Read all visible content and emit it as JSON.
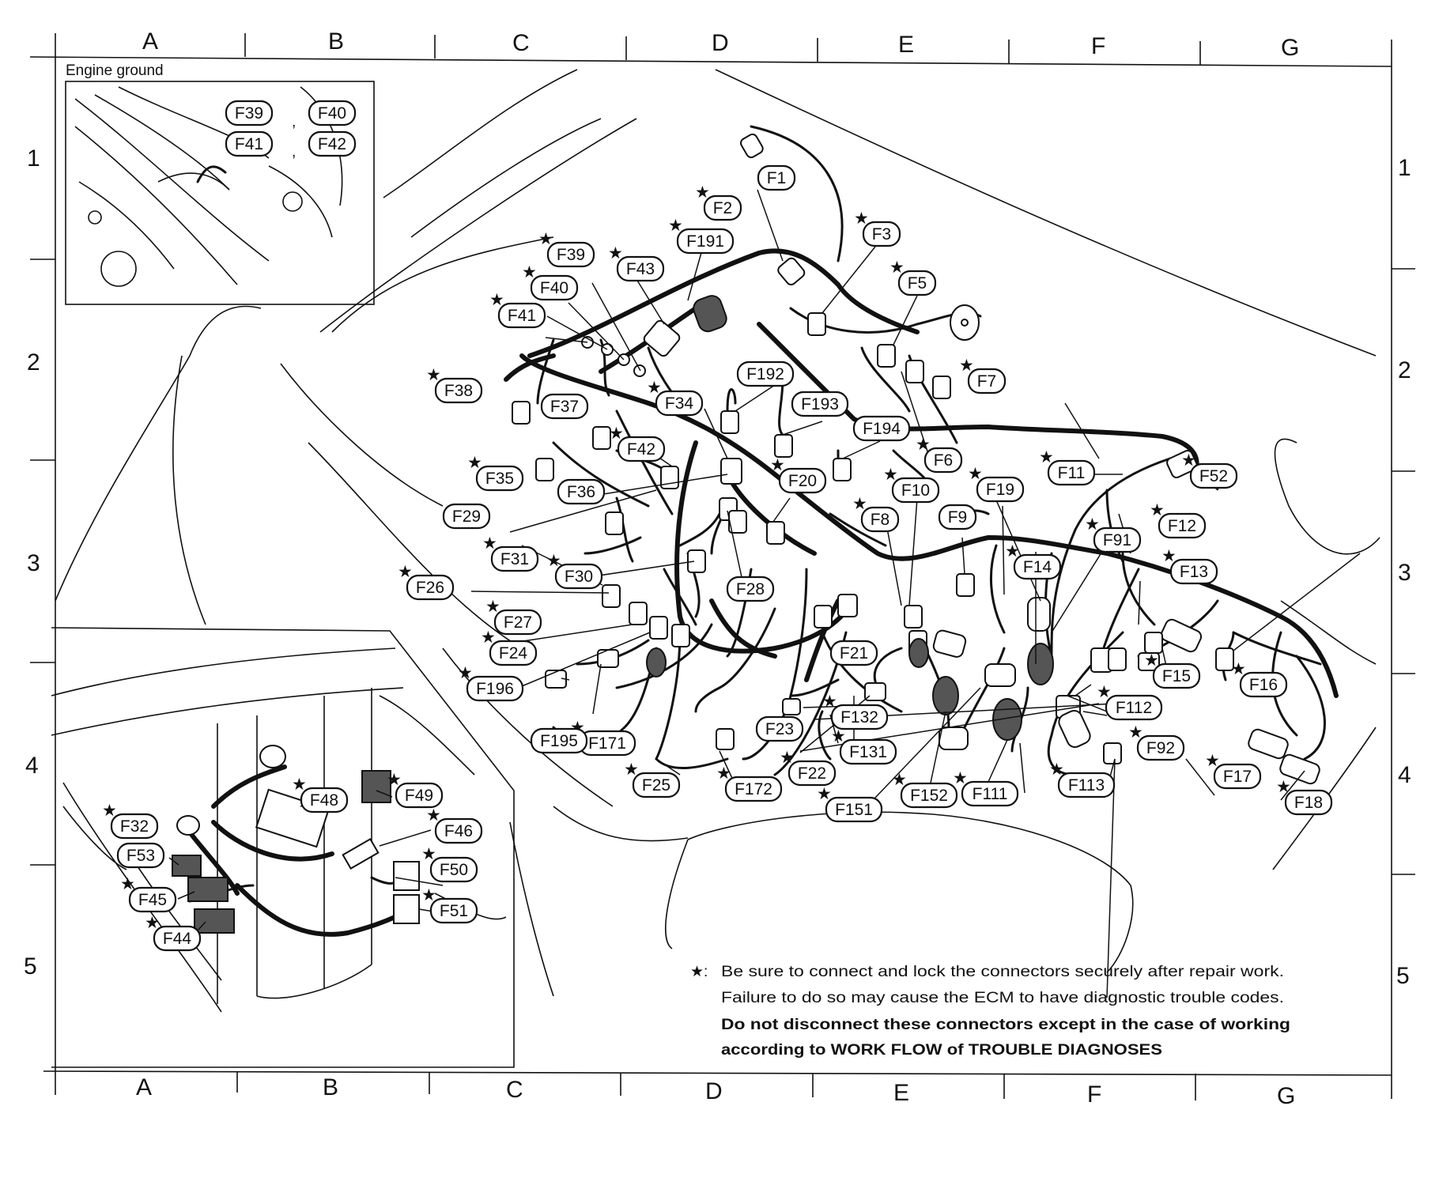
{
  "grid": {
    "columns": [
      "A",
      "B",
      "C",
      "D",
      "E",
      "F",
      "G"
    ],
    "rows": [
      "1",
      "2",
      "3",
      "4",
      "5"
    ]
  },
  "inset_engine_ground": {
    "title": "Engine ground",
    "labels": [
      "F39",
      "F40",
      "F41",
      "F42"
    ],
    "separators": [
      ",",
      ","
    ]
  },
  "connectors": [
    {
      "id": "F1",
      "starred": false
    },
    {
      "id": "F2",
      "starred": true
    },
    {
      "id": "F3",
      "starred": true
    },
    {
      "id": "F5",
      "starred": true
    },
    {
      "id": "F6",
      "starred": true
    },
    {
      "id": "F7",
      "starred": true
    },
    {
      "id": "F8",
      "starred": true
    },
    {
      "id": "F9",
      "starred": false
    },
    {
      "id": "F10",
      "starred": true
    },
    {
      "id": "F11",
      "starred": true
    },
    {
      "id": "F12",
      "starred": true
    },
    {
      "id": "F13",
      "starred": true
    },
    {
      "id": "F14",
      "starred": true
    },
    {
      "id": "F15",
      "starred": true
    },
    {
      "id": "F16",
      "starred": true
    },
    {
      "id": "F17",
      "starred": true
    },
    {
      "id": "F18",
      "starred": true
    },
    {
      "id": "F19",
      "starred": true
    },
    {
      "id": "F20",
      "starred": true
    },
    {
      "id": "F21",
      "starred": false
    },
    {
      "id": "F22",
      "starred": true
    },
    {
      "id": "F23",
      "starred": false
    },
    {
      "id": "F24",
      "starred": true
    },
    {
      "id": "F25",
      "starred": true
    },
    {
      "id": "F26",
      "starred": true
    },
    {
      "id": "F27",
      "starred": true
    },
    {
      "id": "F28",
      "starred": false
    },
    {
      "id": "F29",
      "starred": false
    },
    {
      "id": "F30",
      "starred": true
    },
    {
      "id": "F31",
      "starred": true
    },
    {
      "id": "F34",
      "starred": true
    },
    {
      "id": "F35",
      "starred": true
    },
    {
      "id": "F36",
      "starred": false
    },
    {
      "id": "F37",
      "starred": false
    },
    {
      "id": "F38",
      "starred": true
    },
    {
      "id": "F39",
      "starred": true
    },
    {
      "id": "F40",
      "starred": true
    },
    {
      "id": "F41",
      "starred": true
    },
    {
      "id": "F42",
      "starred": true
    },
    {
      "id": "F43",
      "starred": true
    },
    {
      "id": "F52",
      "starred": true
    },
    {
      "id": "F91",
      "starred": true
    },
    {
      "id": "F92",
      "starred": true
    },
    {
      "id": "F111",
      "starred": true
    },
    {
      "id": "F112",
      "starred": true
    },
    {
      "id": "F113",
      "starred": true
    },
    {
      "id": "F131",
      "starred": true
    },
    {
      "id": "F132",
      "starred": true
    },
    {
      "id": "F151",
      "starred": true
    },
    {
      "id": "F152",
      "starred": true
    },
    {
      "id": "F171",
      "starred": true
    },
    {
      "id": "F172",
      "starred": true
    },
    {
      "id": "F191",
      "starred": true
    },
    {
      "id": "F192",
      "starred": false
    },
    {
      "id": "F193",
      "starred": false
    },
    {
      "id": "F194",
      "starred": false
    },
    {
      "id": "F195",
      "starred": false
    },
    {
      "id": "F196",
      "starred": true
    }
  ],
  "inset_lower_left": {
    "connectors": [
      {
        "id": "F32",
        "starred": true
      },
      {
        "id": "F44",
        "starred": true
      },
      {
        "id": "F45",
        "starred": true
      },
      {
        "id": "F46",
        "starred": true
      },
      {
        "id": "F48",
        "starred": true
      },
      {
        "id": "F49",
        "starred": true
      },
      {
        "id": "F50",
        "starred": true
      },
      {
        "id": "F51",
        "starred": true
      },
      {
        "id": "F53",
        "starred": false
      }
    ]
  },
  "note": {
    "marker": "★:",
    "line1": "Be sure to connect and lock the connectors securely after repair work.",
    "line2": "Failure to do so may cause the ECM to have diagnostic trouble codes.",
    "line3": "Do not disconnect these connectors except in the case of working",
    "line4": "according to WORK FLOW of TROUBLE DIAGNOSES"
  },
  "star_glyph": "★"
}
